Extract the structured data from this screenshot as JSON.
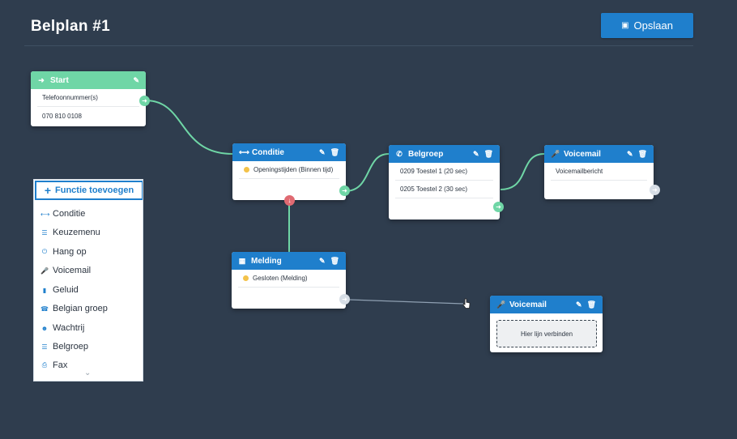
{
  "page": {
    "title": "Belplan #1"
  },
  "toolbar": {
    "save_label": "Opslaan",
    "save_icon": "floppy-icon"
  },
  "nodes": {
    "start": {
      "title": "Start",
      "icon": "sign-in-icon",
      "rows": [
        "Telefoonnummer(s)",
        "070 810 0108"
      ]
    },
    "conditie": {
      "title": "Conditie",
      "icon": "share-icon",
      "rows": [
        "Openingstijden (Binnen tijd)"
      ]
    },
    "belgroep": {
      "title": "Belgroep",
      "icon": "phone-icon",
      "rows": [
        "0209 Toestel 1 (20 sec)",
        "0205 Toestel 2 (30 sec)"
      ]
    },
    "voicemail1": {
      "title": "Voicemail",
      "icon": "microphone-icon",
      "rows": [
        "Voicemailbericht"
      ]
    },
    "melding": {
      "title": "Melding",
      "icon": "file-audio-icon",
      "rows": [
        "Gesloten (Melding)"
      ]
    },
    "voicemail2": {
      "title": "Voicemail",
      "icon": "microphone-icon",
      "dropzone": "Hier lijn verbinden"
    }
  },
  "panel": {
    "add_label": "Functie toevoegen",
    "items": [
      {
        "label": "Conditie",
        "icon": "share-icon"
      },
      {
        "label": "Keuzemenu",
        "icon": "list-icon"
      },
      {
        "label": "Hang op",
        "icon": "power-icon"
      },
      {
        "label": "Voicemail",
        "icon": "microphone-icon"
      },
      {
        "label": "Geluid",
        "icon": "file-icon"
      },
      {
        "label": "Belgian groep",
        "icon": "phone-book-icon"
      },
      {
        "label": "Wachtrij",
        "icon": "users-icon"
      },
      {
        "label": "Belgroep",
        "icon": "list-icon"
      },
      {
        "label": "Fax",
        "icon": "fax-icon"
      }
    ]
  },
  "colors": {
    "background": "#2f3d4e",
    "primary": "#1f7fcc",
    "start": "#6fd6a6",
    "wire": "#6fd6a6",
    "red_port": "#e06a72"
  }
}
